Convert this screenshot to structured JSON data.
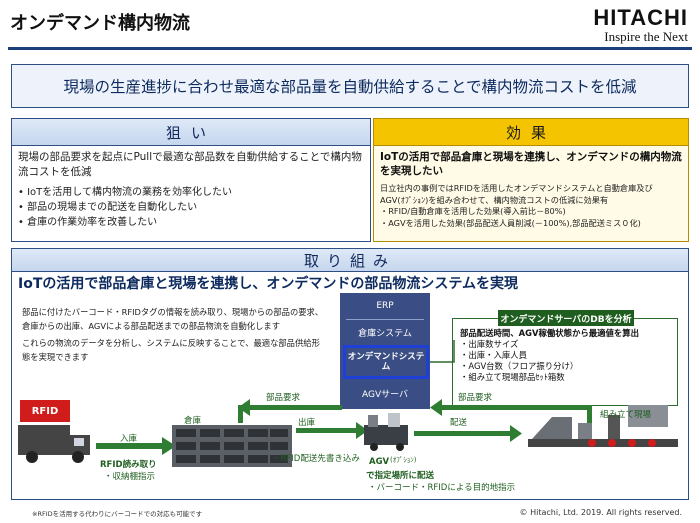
{
  "title": "オンデマンド構内物流",
  "logo": {
    "brand": "HITACHI",
    "tagline": "Inspire the Next"
  },
  "banner": "現場の生産進捗に合わせ最適な部品量を自動供給することで構内物流コストを低減",
  "aim": {
    "header": "狙い",
    "lead": "現場の部品要求を起点にPullで最適な部品数を自動供給することで構内物流コストを低減",
    "items": [
      "IoTを活用して構内物流の業務を効率化したい",
      "部品の現場までの配送を自動化したい",
      "倉庫の作業効率を改善したい"
    ]
  },
  "effect": {
    "header": "効果",
    "lead": "IoTの活用で部品倉庫と現場を連携し、オンデマンドの構内物流を実現したい",
    "body": [
      "日立社内の事例ではRFIDを活用したオンデマンドシステムと自動倉庫及び",
      "AGV(ｵﾌﾟｼｮﾝ)を組み合わせて、構内物流コストの低減に効果有",
      "・RFID/自動倉庫を活用した効果(導入前比－80%)",
      "・AGVを活用した効果(部品配送人員削減(－100%),部品配送ミス０化)"
    ]
  },
  "torikumi": {
    "header": "取り組み",
    "lead": "IoTの活用で部品倉庫と現場を連携し、オンデマンドの部品物流システムを実現",
    "desc": [
      "部品に付けたバーコード・RFIDタグの情報を読み取り、現場からの部品の要求、",
      "倉庫からの出庫、AGVによる部品配送までの部品物流を自動化します",
      "これらの物流のデータを分析し、システムに反映することで、最適な部品供給形",
      "態を実現できます"
    ]
  },
  "systems": {
    "erp": "ERP",
    "warehouse": "倉庫システム",
    "ondemand": "オンデマンドシステム",
    "agv": "AGVサーバ"
  },
  "db": {
    "tab": "オンデマンドサーバのDBを分析",
    "head": "部品配送時間、AGV稼働状態から最適値を算出",
    "items": [
      "・出庫数サイズ",
      "・出庫・入庫人員",
      "・AGV台数（フロア振り分け）",
      "・組み立て現場部品ｾｯﾄ箱数"
    ]
  },
  "flow": {
    "rfid": "RFID",
    "nyuko": "入庫",
    "rfid_read": "RFID読み取り",
    "shuno": "・収納棚指示",
    "soko": "倉庫",
    "buhin_yokyu_1": "部品要求",
    "shukko": "出庫",
    "rfid_haisou": "・RFID配送先書き込み",
    "agv": "AGV",
    "option": "(ｵﾌﾟｼｮﾝ)",
    "agv_desc1": "で指定場所に配送",
    "agv_desc2": "・バーコード・RFIDによる目的地指示",
    "buhin_yokyu_2": "部品要求",
    "haisou": "配送",
    "kumitate": "組み立て現場"
  },
  "footer_note": "※RFIDを活用する代わりにバーコードでの対応も可能です",
  "copyright": "© Hitachi, Ltd. 2019. All rights reserved.",
  "colors": {
    "navy": "#1a3f7a",
    "gold": "#f4c400",
    "green": "#1f5e1f",
    "red": "#d11c1c",
    "highlight": "#1e3fd8"
  }
}
